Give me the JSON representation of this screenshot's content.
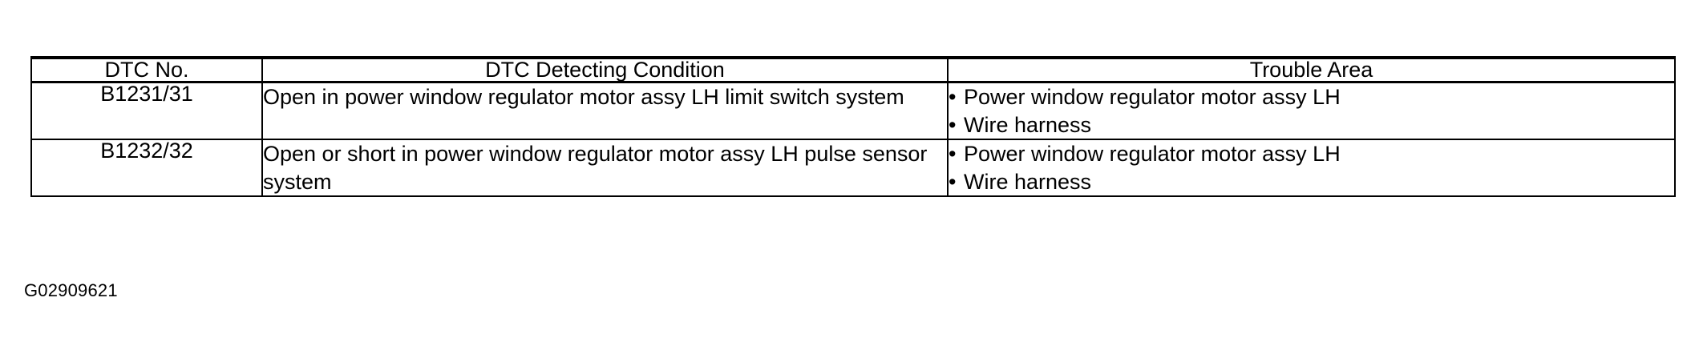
{
  "table": {
    "headers": {
      "dtc_no": "DTC No.",
      "detecting_condition": "DTC Detecting Condition",
      "trouble_area": "Trouble Area"
    },
    "rows": [
      {
        "dtc_no": "B1231/31",
        "detecting_condition": "Open in power window regulator motor assy LH limit switch system",
        "trouble_area": [
          "Power window regulator motor assy LH",
          "Wire harness"
        ]
      },
      {
        "dtc_no": "B1232/32",
        "detecting_condition": "Open or short in power window regulator motor assy LH pulse sensor system",
        "trouble_area": [
          "Power window regulator motor assy LH",
          "Wire harness"
        ]
      }
    ]
  },
  "figure_id": "G02909621",
  "colors": {
    "border": "#000000",
    "text": "#000000",
    "background": "#ffffff"
  }
}
